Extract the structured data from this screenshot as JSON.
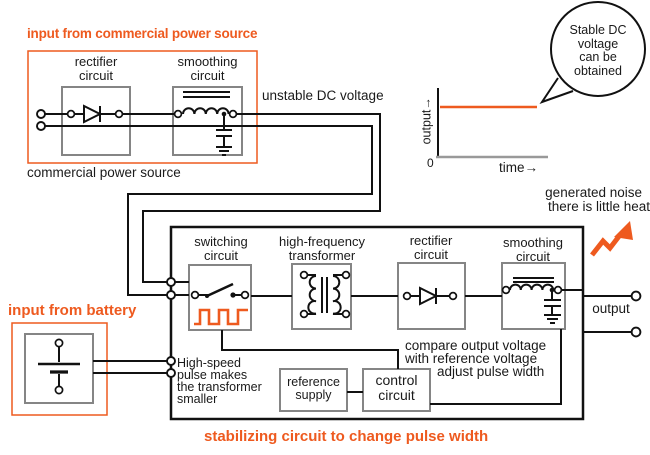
{
  "colors": {
    "orange": "#ee5a1f",
    "wire": "#111111",
    "component_border": "#858585",
    "axis_gray": "#999999",
    "background": "#ffffff"
  },
  "top_circuit": {
    "heading": "input from commercial power source",
    "rectifier_label": "rectifier\ncircuit",
    "smoothing_label": "smoothing\ncircuit",
    "caption": "commercial power source",
    "unstable_label": "unstable DC voltage"
  },
  "graph": {
    "y_axis_label": "output→",
    "origin_label": "0",
    "x_axis_label": "time→",
    "bubble_text": "Stable DC\nvoltage\ncan be\nobtained"
  },
  "notes": {
    "noise": "generated noise",
    "heat": "there is little heat"
  },
  "battery": {
    "heading": "input from battery"
  },
  "main_circuit": {
    "switching_label": "switching\ncircuit",
    "transformer_label": "high-frequency\ntransformer",
    "rectifier_label": "rectifier\ncircuit",
    "smoothing_label": "smoothing\ncircuit",
    "output_label": "output",
    "highspeed_note": "High-speed\npulse makes\nthe transformer\nsmaller",
    "reference_label": "reference\nsupply",
    "control_label": "control\ncircuit",
    "compare_lines": [
      "compare output voltage",
      "with reference voltage",
      "adjust pulse width"
    ],
    "caption": "stabilizing circuit to change pulse width"
  },
  "icons": {
    "diode": "▷|",
    "inductor": "ᴖᴖᴖ",
    "switch": "⟋",
    "battery": "⎓",
    "pulse-wave": "⎍⎍⎍",
    "noise-arrow": "↗",
    "transformer": ")||(",
    "speech-bubble": "◯"
  }
}
